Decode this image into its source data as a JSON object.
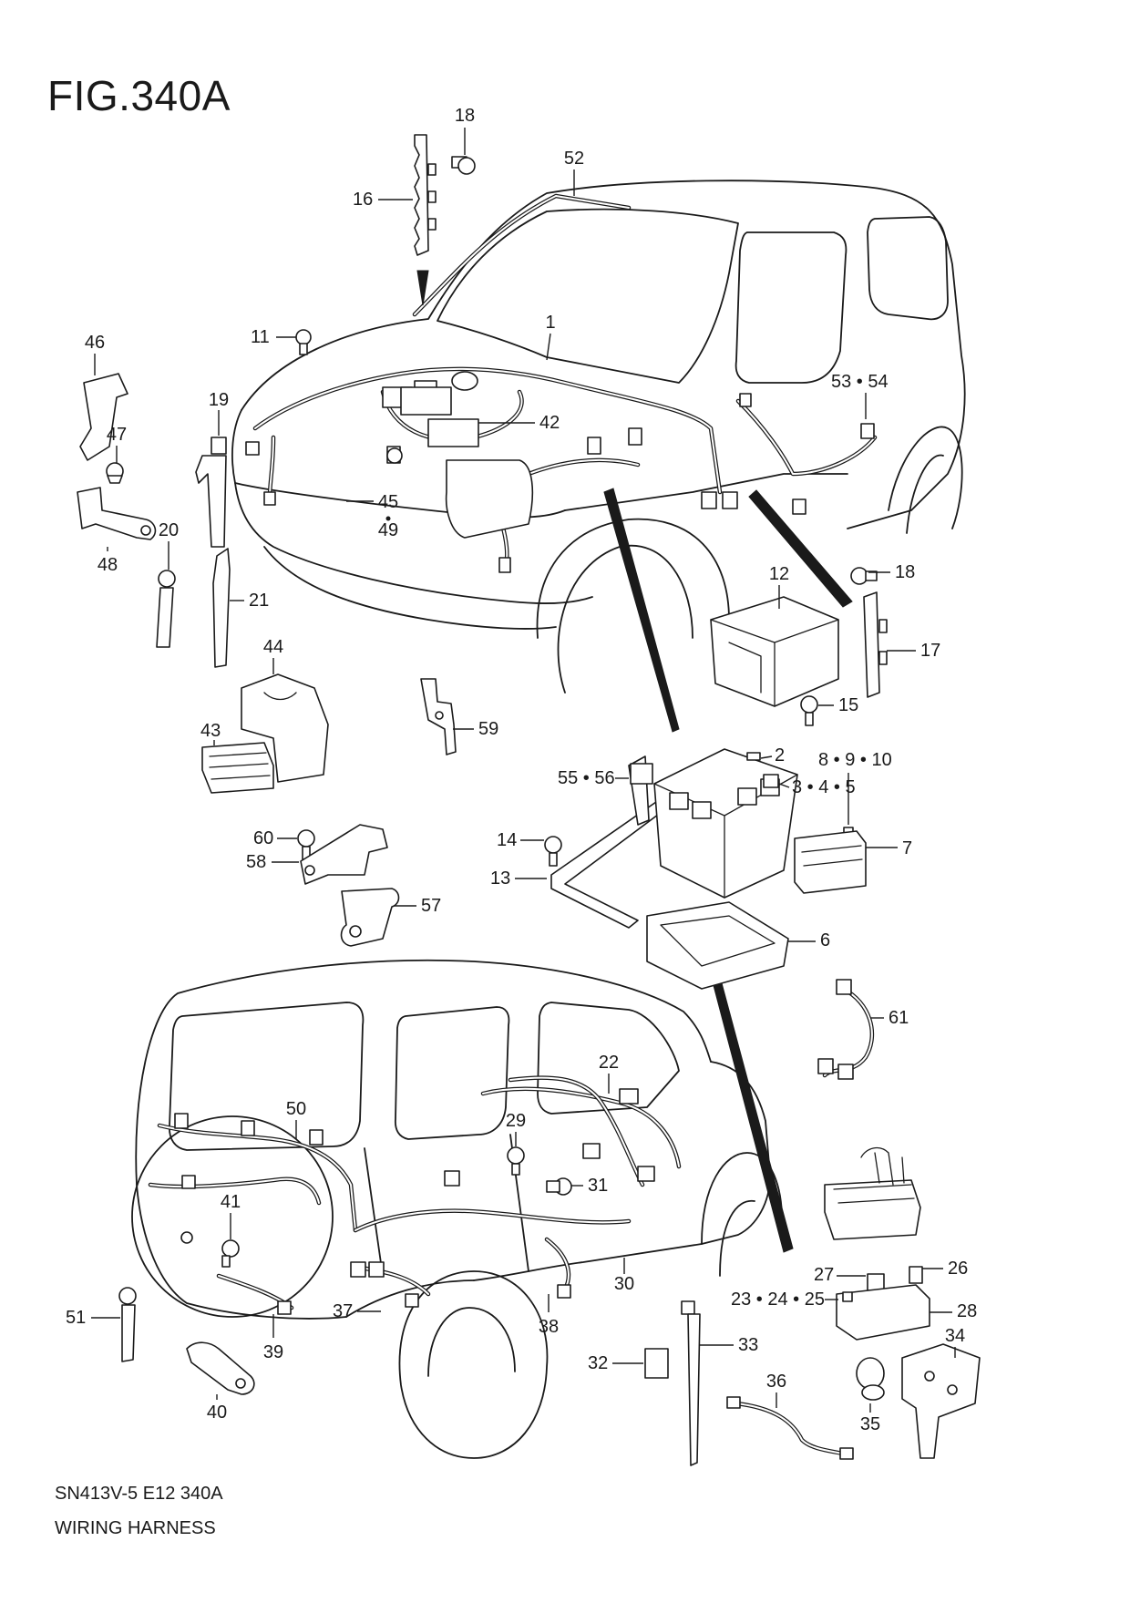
{
  "figure": {
    "title": "FIG.340A",
    "code": "SN413V-5 E12 340A",
    "name": "WIRING HARNESS"
  },
  "callouts": [
    {
      "id": "c-1",
      "label": "1"
    },
    {
      "id": "c-2",
      "label": "2"
    },
    {
      "id": "c-3-4-5",
      "label": "3 • 4 • 5"
    },
    {
      "id": "c-6",
      "label": "6"
    },
    {
      "id": "c-7",
      "label": "7"
    },
    {
      "id": "c-8-9-10",
      "label": "8 • 9 • 10"
    },
    {
      "id": "c-11",
      "label": "11"
    },
    {
      "id": "c-12",
      "label": "12"
    },
    {
      "id": "c-13",
      "label": "13"
    },
    {
      "id": "c-14",
      "label": "14"
    },
    {
      "id": "c-15",
      "label": "15"
    },
    {
      "id": "c-16",
      "label": "16"
    },
    {
      "id": "c-17",
      "label": "17"
    },
    {
      "id": "c-18a",
      "label": "18"
    },
    {
      "id": "c-18b",
      "label": "18"
    },
    {
      "id": "c-19",
      "label": "19"
    },
    {
      "id": "c-20",
      "label": "20"
    },
    {
      "id": "c-21",
      "label": "21"
    },
    {
      "id": "c-22",
      "label": "22"
    },
    {
      "id": "c-23-24-25",
      "label": "23 • 24 • 25"
    },
    {
      "id": "c-26",
      "label": "26"
    },
    {
      "id": "c-27",
      "label": "27"
    },
    {
      "id": "c-28",
      "label": "28"
    },
    {
      "id": "c-29",
      "label": "29"
    },
    {
      "id": "c-30",
      "label": "30"
    },
    {
      "id": "c-31",
      "label": "31"
    },
    {
      "id": "c-32",
      "label": "32"
    },
    {
      "id": "c-33",
      "label": "33"
    },
    {
      "id": "c-34",
      "label": "34"
    },
    {
      "id": "c-35",
      "label": "35"
    },
    {
      "id": "c-36",
      "label": "36"
    },
    {
      "id": "c-37",
      "label": "37"
    },
    {
      "id": "c-38",
      "label": "38"
    },
    {
      "id": "c-39",
      "label": "39"
    },
    {
      "id": "c-40",
      "label": "40"
    },
    {
      "id": "c-41",
      "label": "41"
    },
    {
      "id": "c-42",
      "label": "42"
    },
    {
      "id": "c-43",
      "label": "43"
    },
    {
      "id": "c-44",
      "label": "44"
    },
    {
      "id": "c-45",
      "label": "45"
    },
    {
      "id": "c-46",
      "label": "46"
    },
    {
      "id": "c-47",
      "label": "47"
    },
    {
      "id": "c-48",
      "label": "48"
    },
    {
      "id": "c-49",
      "label": "49"
    },
    {
      "id": "c-50",
      "label": "50"
    },
    {
      "id": "c-51",
      "label": "51"
    },
    {
      "id": "c-52",
      "label": "52"
    },
    {
      "id": "c-53-54",
      "label": "53 • 54"
    },
    {
      "id": "c-55-56",
      "label": "55 • 56"
    },
    {
      "id": "c-57",
      "label": "57"
    },
    {
      "id": "c-58",
      "label": "58"
    },
    {
      "id": "c-59",
      "label": "59"
    },
    {
      "id": "c-60",
      "label": "60"
    },
    {
      "id": "c-61",
      "label": "61"
    }
  ],
  "colors": {
    "ink": "#1a1a1a",
    "paper": "#ffffff"
  }
}
